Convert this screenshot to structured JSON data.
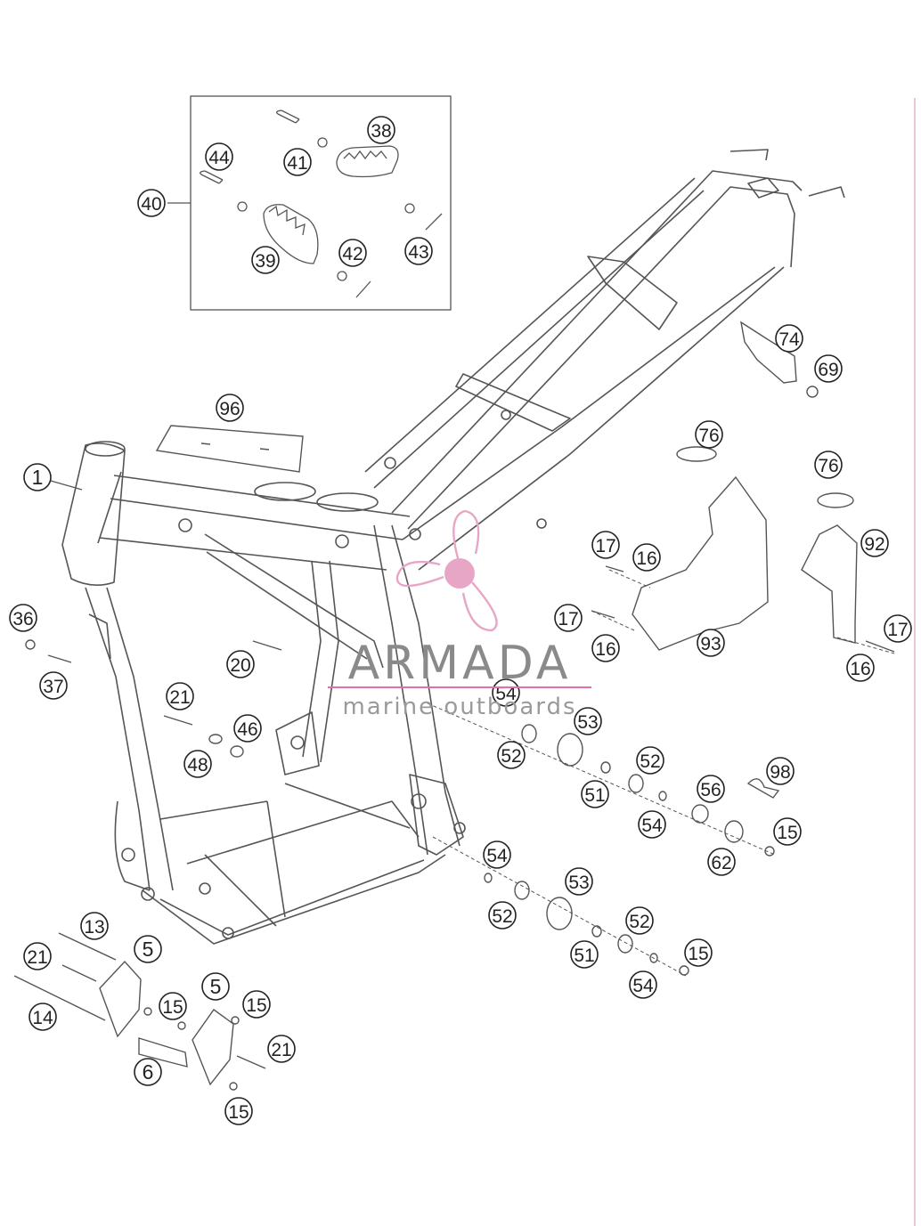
{
  "watermark": {
    "name": "ARMADA",
    "subtitle": "marine outboards",
    "colors": {
      "logo": "#e8a6c7",
      "name": "#8a8a8a",
      "subtitle": "#9a9a9a",
      "rule": "#e36fa8"
    }
  },
  "colors": {
    "line": "#555555",
    "circle": "#222222",
    "inset_border": "#555555",
    "right_edge": "#e7b3c8"
  },
  "callouts": [
    {
      "id": "c40",
      "label": "40"
    },
    {
      "id": "c44",
      "label": "44"
    },
    {
      "id": "c41",
      "label": "41"
    },
    {
      "id": "c38",
      "label": "38"
    },
    {
      "id": "c39",
      "label": "39"
    },
    {
      "id": "c42",
      "label": "42"
    },
    {
      "id": "c43",
      "label": "43"
    },
    {
      "id": "c96",
      "label": "96"
    },
    {
      "id": "c1",
      "label": "1"
    },
    {
      "id": "c74",
      "label": "74"
    },
    {
      "id": "c69",
      "label": "69"
    },
    {
      "id": "c76a",
      "label": "76"
    },
    {
      "id": "c76b",
      "label": "76"
    },
    {
      "id": "c92",
      "label": "92"
    },
    {
      "id": "c17a",
      "label": "17"
    },
    {
      "id": "c16a",
      "label": "16"
    },
    {
      "id": "c17b",
      "label": "17"
    },
    {
      "id": "c16b",
      "label": "16"
    },
    {
      "id": "c93",
      "label": "93"
    },
    {
      "id": "c17c",
      "label": "17"
    },
    {
      "id": "c16c",
      "label": "16"
    },
    {
      "id": "c36",
      "label": "36"
    },
    {
      "id": "c37",
      "label": "37"
    },
    {
      "id": "c20",
      "label": "20"
    },
    {
      "id": "c21a",
      "label": "21"
    },
    {
      "id": "c46",
      "label": "46"
    },
    {
      "id": "c48",
      "label": "48"
    },
    {
      "id": "c54a",
      "label": "54"
    },
    {
      "id": "c53a",
      "label": "53"
    },
    {
      "id": "c52a",
      "label": "52"
    },
    {
      "id": "c52b",
      "label": "52"
    },
    {
      "id": "c51a",
      "label": "51"
    },
    {
      "id": "c56",
      "label": "56"
    },
    {
      "id": "c98",
      "label": "98"
    },
    {
      "id": "c54b",
      "label": "54"
    },
    {
      "id": "c15a",
      "label": "15"
    },
    {
      "id": "c62",
      "label": "62"
    },
    {
      "id": "c54c",
      "label": "54"
    },
    {
      "id": "c53b",
      "label": "53"
    },
    {
      "id": "c52c",
      "label": "52"
    },
    {
      "id": "c52d",
      "label": "52"
    },
    {
      "id": "c51b",
      "label": "51"
    },
    {
      "id": "c15b",
      "label": "15"
    },
    {
      "id": "c54d",
      "label": "54"
    },
    {
      "id": "c13",
      "label": "13"
    },
    {
      "id": "c5a",
      "label": "5"
    },
    {
      "id": "c21b",
      "label": "21"
    },
    {
      "id": "c5b",
      "label": "5"
    },
    {
      "id": "c15c",
      "label": "15"
    },
    {
      "id": "c15d",
      "label": "15"
    },
    {
      "id": "c14",
      "label": "14"
    },
    {
      "id": "c21c",
      "label": "21"
    },
    {
      "id": "c6",
      "label": "6"
    },
    {
      "id": "c15e",
      "label": "15"
    }
  ]
}
